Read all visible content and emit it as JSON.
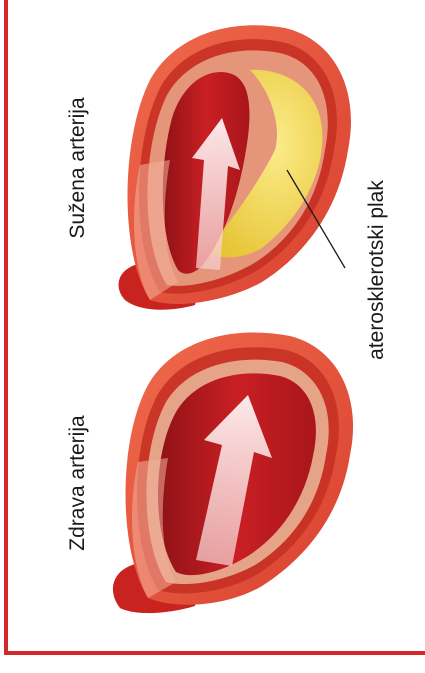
{
  "labels": {
    "narrowed": "Sužena arterija",
    "plaque": "aterosklerotski plak",
    "healthy": "Zdrava arterija"
  },
  "colors": {
    "frame": "#d7262d",
    "artery_outer": "#e8493c",
    "blood": "#c71e22",
    "plaque": "#f1d44a",
    "arrow": "#f7dede"
  }
}
